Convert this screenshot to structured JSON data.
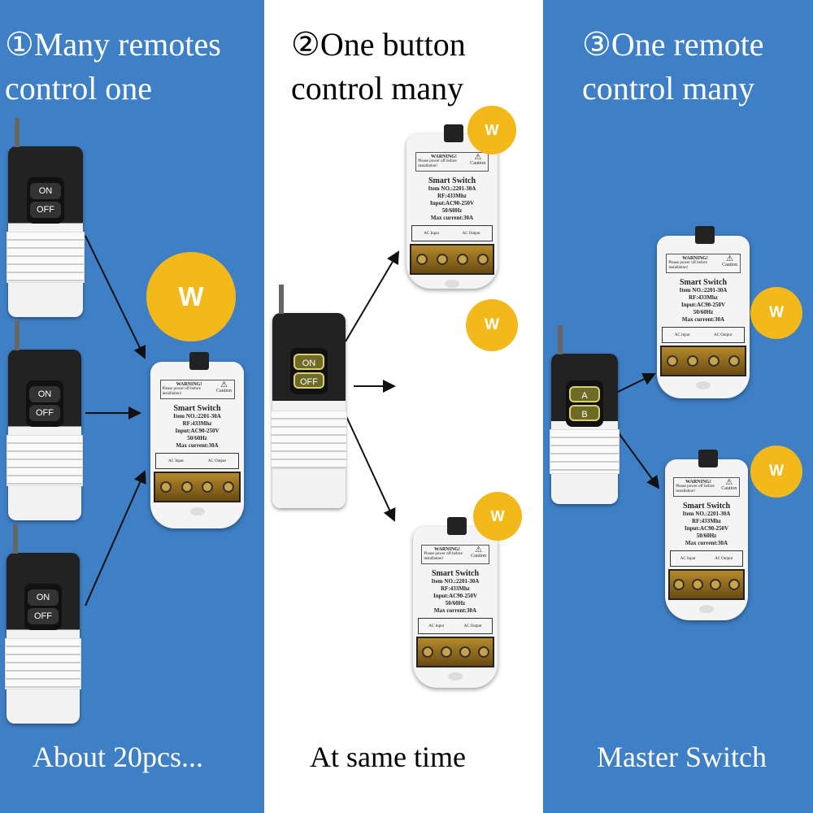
{
  "panels": [
    {
      "title_line1": "①Many remotes",
      "title_line2": "control one",
      "caption": "About 20pcs..."
    },
    {
      "title_line1": "②One button",
      "title_line2": "control many",
      "caption": "At same time"
    },
    {
      "title_line1": "③One remote",
      "title_line2": "control many",
      "caption": "Master Switch"
    }
  ],
  "switch_label": {
    "warning": "WARNING!",
    "warning_text": "Please power off before installation!",
    "caution": "Caution",
    "name": "Smart Switch",
    "item": "Item NO.:2201-30A",
    "rf": "RF:433Mhz",
    "input": "Input:AC90-250V",
    "freq": "50/60Hz",
    "max": "Max current:30A",
    "ac_input": "AC Input",
    "ac_output": "AC Output"
  },
  "remote_buttons": {
    "on": "ON",
    "off": "OFF",
    "a": "A",
    "b": "B"
  },
  "bulb_letter": "W",
  "colors": {
    "panel_blue": "#3f7fc5",
    "bulb_yellow": "#f3b81a"
  }
}
